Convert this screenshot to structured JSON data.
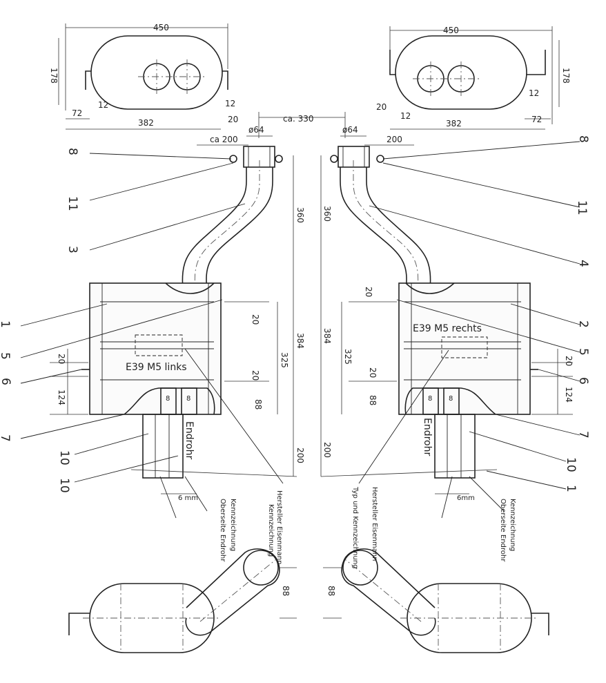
{
  "drawing": {
    "left": {
      "model_label": "E39 M5 links",
      "dims": {
        "width_top": "450",
        "width_bottom": "382",
        "height": "178",
        "d12a": "12",
        "d12b": "12",
        "d72": "72",
        "d20": "20",
        "pipe_offset": "ca 200",
        "pipe_dia": "ø64",
        "pipe_length": "360",
        "box_length": "384",
        "box_inner": "325",
        "tail_length": "200",
        "d20b": "20",
        "d20c": "20",
        "d124": "124",
        "d88": "88",
        "d88b": "88",
        "d6mm": "6 mm",
        "d20d": "20",
        "d8": "8",
        "d8b": "8"
      },
      "labels": {
        "endrohr": "Endrohr",
        "kennzeichnung": "Kennzeichnung",
        "oberseite": "Oberseite Endrohr",
        "hersteller1": "Hersteller Eisenmann",
        "hersteller2": "Kennzeichnung"
      }
    },
    "right": {
      "model_label": "E39 M5 rechts",
      "dims": {
        "width_top": "450",
        "width_bottom": "382",
        "height": "178",
        "d12a": "12",
        "d12b": "12",
        "d72": "72",
        "d20": "20",
        "pipe_offset": "200",
        "pipe_dia": "ø64",
        "pipe_length": "360",
        "box_length": "384",
        "box_inner": "325",
        "tail_length": "200",
        "d20b": "20",
        "d20c": "20",
        "d124": "124",
        "d88": "88",
        "d88b": "88",
        "d6mm": "6mm",
        "d20d": "20",
        "d8": "8",
        "d8b": "8"
      },
      "labels": {
        "endrohr": "Endrohr",
        "kennzeichnung": "Kennzeichnung",
        "oberseite": "Oberseite Endrohr",
        "hersteller1": "Hersteller Eisenmann",
        "hersteller2": "Typ und Kennzeichnung"
      }
    },
    "center_distance": "ca. 330",
    "callouts_left": [
      "8",
      "11",
      "3",
      "1",
      "5",
      "6",
      "7",
      "10",
      "10"
    ],
    "callouts_right": [
      "8",
      "11",
      "4",
      "2",
      "5",
      "6",
      "7",
      "10",
      "1"
    ]
  }
}
